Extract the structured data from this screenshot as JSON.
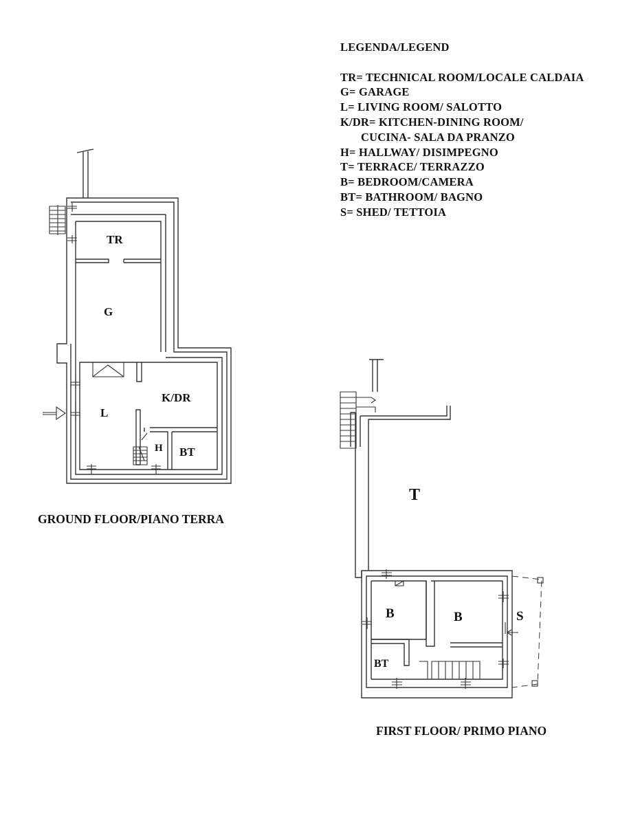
{
  "logo": {
    "text": ""
  },
  "legend": {
    "title": "LEGENDA/LEGEND",
    "items": [
      "TR= TECHNICAL ROOM/LOCALE CALDAIA",
      "G= GARAGE",
      "L= LIVING ROOM/ SALOTTO",
      "K/DR= KITCHEN-DINING ROOM/",
      "CUCINA- SALA DA PRANZO",
      "H= HALLWAY/ DISIMPEGNO",
      "T= TERRACE/ TERRAZZO",
      "B= BEDROOM/CAMERA",
      "BT= BATHROOM/ BAGNO",
      "S= SHED/ TETTOIA"
    ]
  },
  "ground_floor": {
    "label": "GROUND FLOOR/PIANO TERRA",
    "rooms": {
      "tr": "TR",
      "g": "G",
      "l": "L",
      "kdr": "K/DR",
      "h": "H",
      "bt": "BT"
    }
  },
  "first_floor": {
    "label": "FIRST FLOOR/ PRIMO PIANO",
    "rooms": {
      "t": "T",
      "b1": "B",
      "b2": "B",
      "bt": "BT",
      "s": "S"
    }
  }
}
